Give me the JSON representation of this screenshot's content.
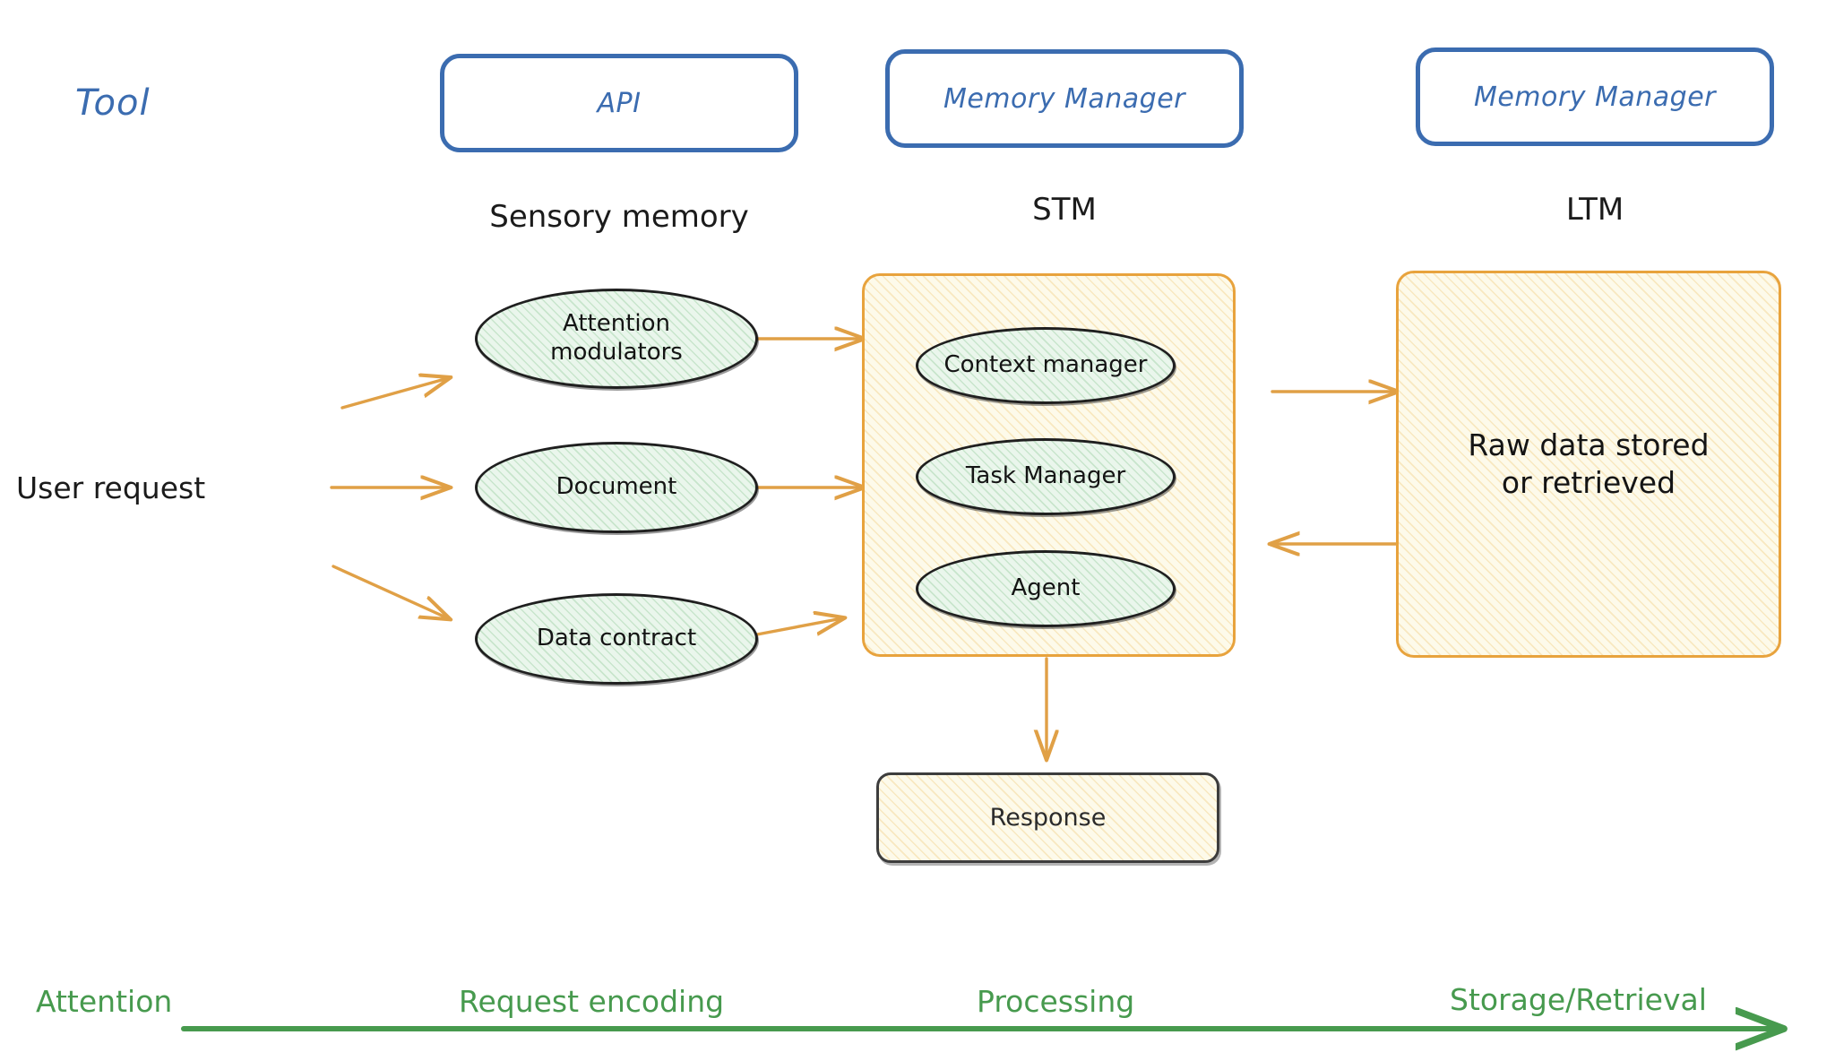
{
  "diagram": {
    "title_label": "Tool",
    "user_request_label": "User request"
  },
  "columns": [
    {
      "box_label": "API",
      "stage_label": "Sensory memory"
    },
    {
      "box_label": "Memory Manager",
      "stage_label": "STM"
    },
    {
      "box_label": "Memory Manager",
      "stage_label": "LTM"
    }
  ],
  "sensory_memory": {
    "nodes": [
      {
        "label": "Attention\nmodulators"
      },
      {
        "label": "Document"
      },
      {
        "label": "Data contract"
      }
    ]
  },
  "stm": {
    "nodes": [
      {
        "label": "Context manager"
      },
      {
        "label": "Task Manager"
      },
      {
        "label": "Agent"
      }
    ]
  },
  "ltm": {
    "body_label": "Raw data stored\nor retrieved"
  },
  "response": {
    "label": "Response"
  },
  "timeline": {
    "phases": [
      {
        "label": "Attention"
      },
      {
        "label": "Request encoding"
      },
      {
        "label": "Processing"
      },
      {
        "label": "Storage/Retrieval"
      }
    ]
  },
  "colors": {
    "blue": "#3b6cb0",
    "orange": "#e8a33d",
    "green": "#479a4e",
    "node_fill_green": "#eaf6ec",
    "container_fill_yellow": "#fdfaea",
    "ink": "#1b1b1b"
  }
}
